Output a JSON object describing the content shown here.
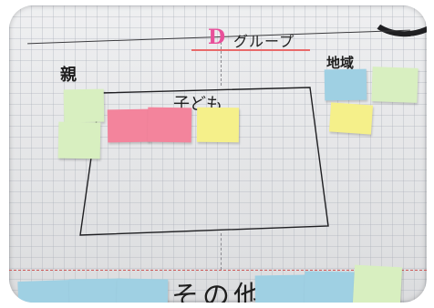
{
  "board": {
    "title_letter": "D",
    "title_text": "グループ",
    "label_parent": "親",
    "label_region": "地域",
    "label_children": "子ども",
    "label_other": "その他"
  },
  "colors": {
    "green_note": "#d8efc0",
    "pink_note": "#f3849c",
    "yellow_note": "#f5f08a",
    "blue_note": "#9fd0e3",
    "title_accent": "#e8509a"
  }
}
